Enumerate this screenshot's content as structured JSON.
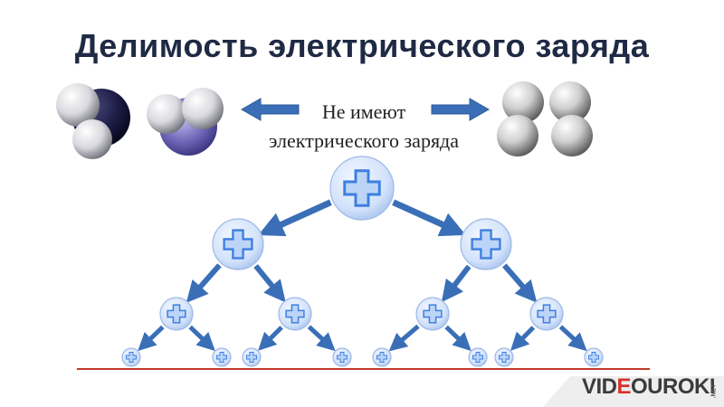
{
  "title": "Делимость электрического заряда",
  "caption": {
    "line1": "Не имеют",
    "line2": "электрического заряда"
  },
  "node_symbol": "+",
  "logo": {
    "pre": "VID",
    "accent": "E",
    "post": "OUROKI",
    "suffix": ".NET"
  },
  "colors": {
    "title": "#1f2a44",
    "arrow": "#3a6fb8",
    "baseline": "#c0392b",
    "node_fill": "#cfe0fb",
    "node_cross": "#3d7fe0"
  }
}
